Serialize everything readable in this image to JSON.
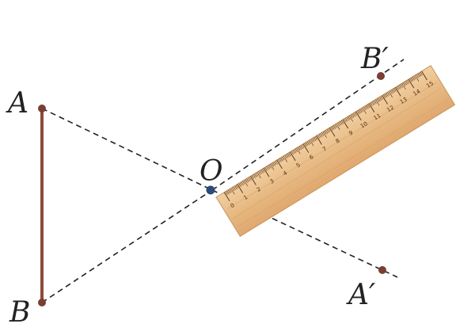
{
  "points": {
    "A": {
      "label": "A"
    },
    "B": {
      "label": "B"
    },
    "O": {
      "label": "O"
    },
    "A_prime": {
      "label": "A′"
    },
    "B_prime": {
      "label": "B′"
    }
  },
  "ruler": {
    "numbers": [
      "0",
      "1",
      "2",
      "3",
      "4",
      "5",
      "6",
      "7",
      "8",
      "9",
      "10",
      "11",
      "12",
      "13",
      "14",
      "15"
    ]
  },
  "colors": {
    "segment": "#8b4a3a",
    "point": "#7a3f32",
    "center": "#2c4a7a",
    "dash": "#222222",
    "ruler_wood": "#e9bf8c",
    "ruler_edge": "#c9935c",
    "ruler_mark": "#4a2c12"
  }
}
